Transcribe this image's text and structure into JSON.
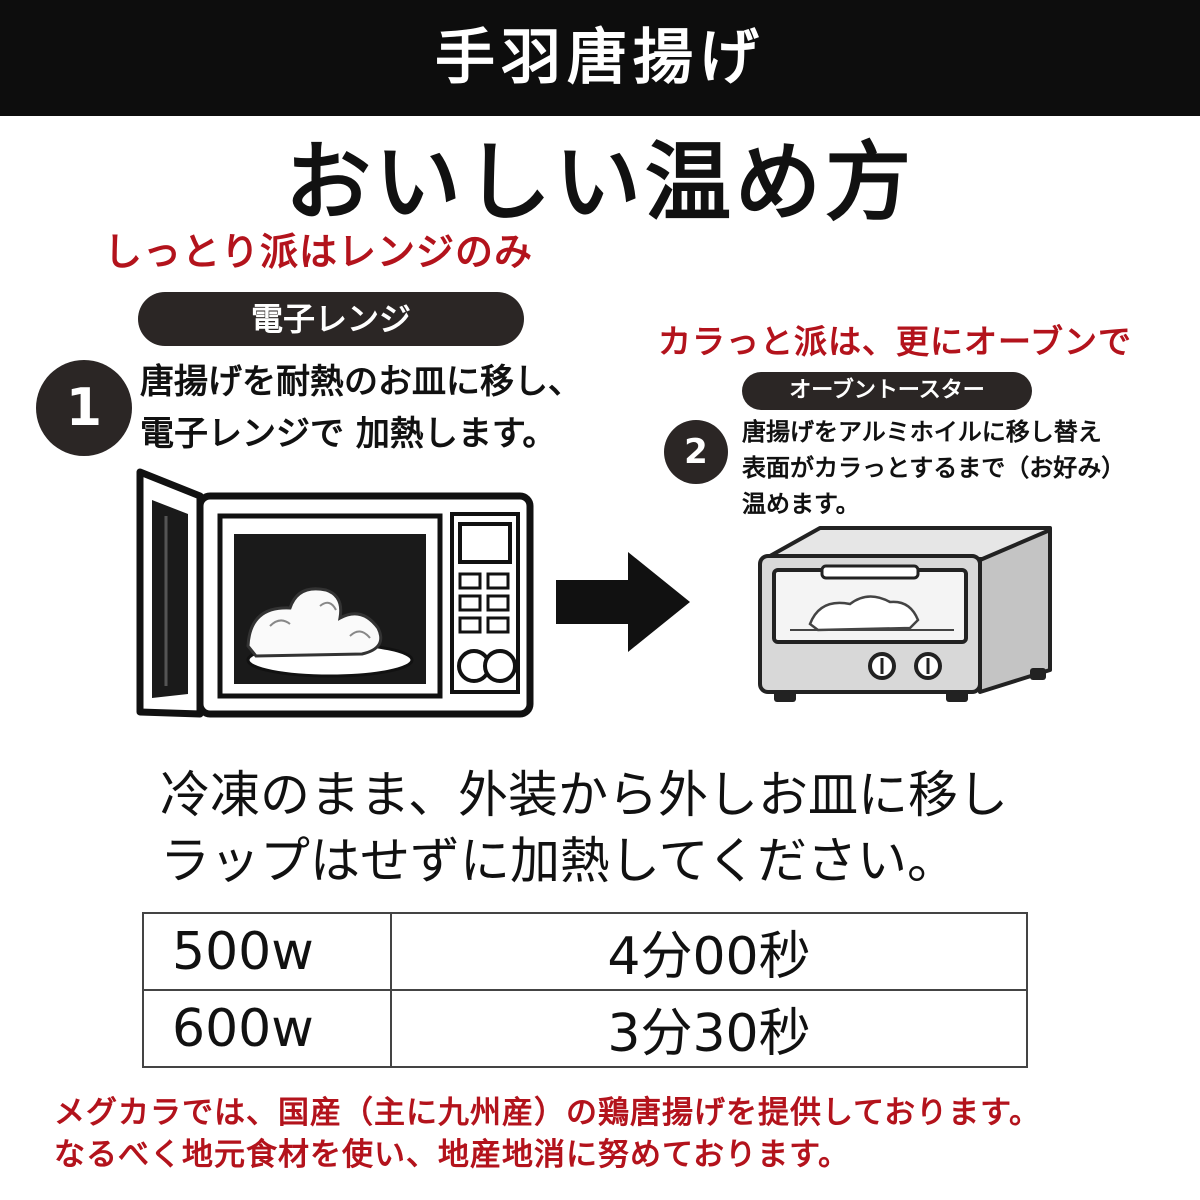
{
  "header": {
    "title": "手羽唐揚げ"
  },
  "main_title": "おいしい温め方",
  "section1": {
    "tagline": "しっとり派はレンジのみ",
    "label": "電子レンジ",
    "step_number": "1",
    "step_lines": [
      "唐揚げを耐熱のお皿に移し、",
      "電子レンジで 加熱します。"
    ]
  },
  "section2": {
    "tagline": "カラっと派は、更にオーブンで",
    "label": "オーブントースター",
    "step_number": "2",
    "step_lines": [
      "唐揚げをアルミホイルに移し替え",
      "表面がカラっとするまで（お好み）",
      "温めます。"
    ]
  },
  "instructions": [
    "冷凍のまま、外装から外しお皿に移し",
    "ラップはせずに加熱してください。"
  ],
  "heating_table": [
    {
      "power": "500w",
      "time": "4分00秒"
    },
    {
      "power": "600w",
      "time": "3分30秒"
    }
  ],
  "footer_lines": [
    "メグカラでは、国産（主に九州産）の鶏唐揚げを提供しております。",
    "なるべく地元食材を使い、地産地消に努めております。"
  ],
  "colors": {
    "accent_red": "#b3131c",
    "dark": "#2b2625",
    "header_bg": "#0d0d0d"
  },
  "icons": [
    "microwave-illustration",
    "arrow-right-icon",
    "toaster-oven-illustration"
  ]
}
